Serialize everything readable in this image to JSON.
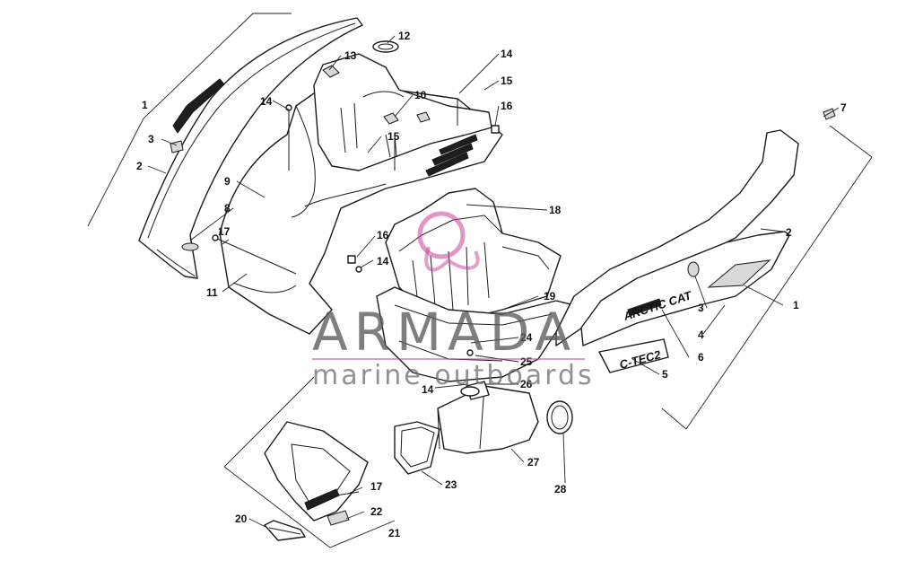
{
  "watermark": {
    "title": "ARMADA",
    "subtitle": "marine outboards",
    "accent_color": "#c8409a"
  },
  "decals": {
    "brand": "ARCTIC CAT",
    "model": "C-TEC2"
  },
  "callouts": [
    "1",
    "2",
    "3",
    "8",
    "9",
    "11",
    "12",
    "13",
    "14",
    "10",
    "15",
    "16",
    "17",
    "14",
    "14",
    "15",
    "16",
    "18",
    "19",
    "24",
    "25",
    "26",
    "14",
    "23",
    "27",
    "28",
    "20",
    "21",
    "22",
    "17",
    "7",
    "2",
    "1",
    "3",
    "4",
    "5",
    "6"
  ]
}
